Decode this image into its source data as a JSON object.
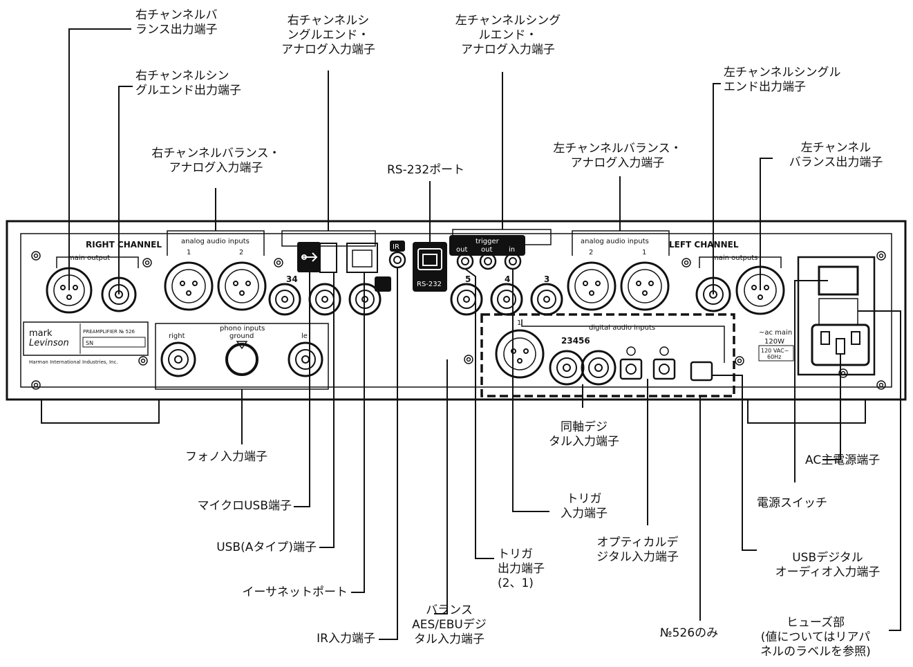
{
  "callouts": {
    "right_balanced_out": "右チャンネルバ\nランス出力端子",
    "right_single_out": "右チャンネルシン\nグルエンド出力端子",
    "right_single_in": "右チャンネルシ\nングルエンド・\nアナログ入力端子",
    "left_single_in": "左チャンネルシング\nルエンド・\nアナログ入力端子",
    "left_single_out": "左チャンネルシングル\nエンド出力端子",
    "right_balanced_in": "右チャンネルバランス・\nアナログ入力端子",
    "rs232": "RS-232ポート",
    "left_balanced_in": "左チャンネルバランス・\nアナログ入力端子",
    "left_balanced_out": "左チャンネル\nバランス出力端子",
    "coax_in": "同軸デジ\nタル入力端子",
    "phono": "フォノ入力端子",
    "ac_main": "AC主電源端子",
    "micro_usb": "マイクロUSB端子",
    "trigger_in": "トリガ\n入力端子",
    "power_switch": "電源スイッチ",
    "usb_a": "USB(Aタイプ)端子",
    "optical_in": "オプティカルデ\nジタル入力端子",
    "usb_digital_in": "USBデジタル\nオーディオ入力端子",
    "ethernet": "イーサネットポート",
    "trigger_out": "トリガ\n出力端子\n(2、1)",
    "aes_ebu": "バランス\nAES/EBUデジ\nタル入力端子",
    "no526": "№526のみ",
    "fuse": "ヒューズ部\n(値についてはリアパ\nネルのラベルを参照)",
    "ir_in": "IR入力端子"
  },
  "panel": {
    "right_channel": "RIGHT CHANNEL",
    "left_channel": "LEFT CHANNEL",
    "analog_audio_inputs": "analog audio inputs",
    "main_output": "main output",
    "main_outputs": "main outputs",
    "in_1": "1",
    "in_2": "2",
    "num_34": "34",
    "num_5": "5",
    "num_4": "4",
    "num_3": "3",
    "ir": "IR",
    "rs232": "RS-232",
    "trigger": "trigger",
    "trig_out_1": "out",
    "trig_out_2": "out",
    "trig_in": "in",
    "phono_inputs": "phono inputs",
    "ground": "ground",
    "right": "right",
    "left": "le",
    "digital_audio_inputs": "digital audio inputs",
    "digital_nums": "23456",
    "digital_1": "1",
    "ac_main": "~ac main",
    "wattage": "120W",
    "voltage_1": "120 VAC~",
    "voltage_2": "60Hz",
    "brand_1": "mark",
    "brand_2": "Levinson",
    "model_line": "PREAMPLIFIER № 526",
    "sn": "SN",
    "maker_line": "Harman International Industries, Inc."
  },
  "colors": {
    "line": "#111111",
    "panel": "#ffffff"
  }
}
